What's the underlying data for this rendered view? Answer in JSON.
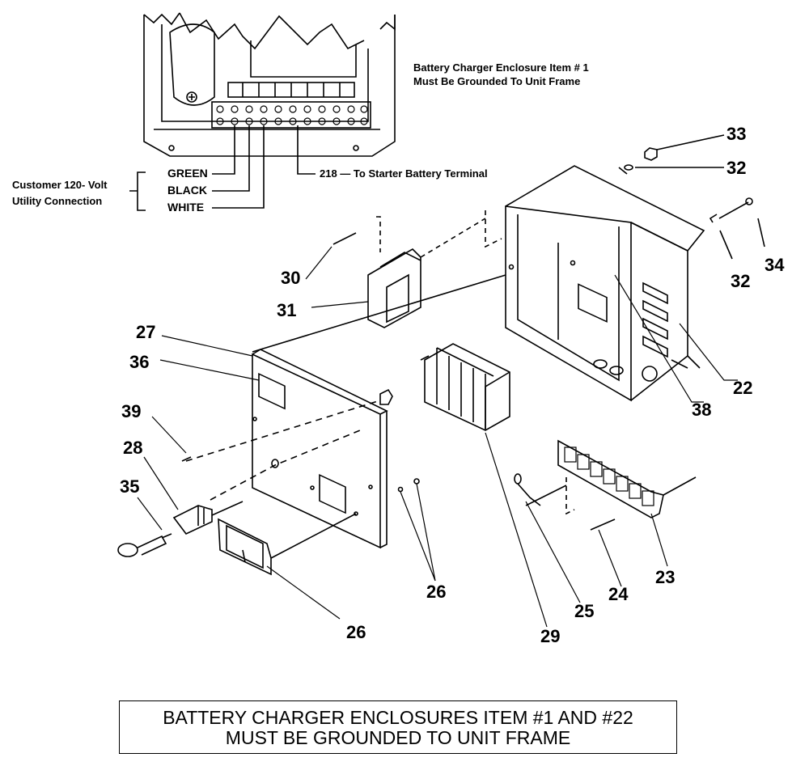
{
  "header_note": {
    "line1": "Battery Charger Enclosure Item # 1",
    "line2": "Must Be Grounded To Unit Frame"
  },
  "customer": {
    "line1": "Customer 120- Volt",
    "line2": "Utility Connection"
  },
  "wires": {
    "green": "GREEN",
    "black": "BLACK",
    "white": "WHITE",
    "starter": "218 — To Starter Battery Terminal"
  },
  "callouts": {
    "c22": "22",
    "c23": "23",
    "c24": "24",
    "c25": "25",
    "c26a": "26",
    "c26b": "26",
    "c27": "27",
    "c28": "28",
    "c29": "29",
    "c30": "30",
    "c31": "31",
    "c32a": "32",
    "c32b": "32",
    "c33": "33",
    "c34": "34",
    "c35": "35",
    "c36": "36",
    "c38": "38",
    "c39": "39"
  },
  "footer": {
    "line1": "BATTERY CHARGER ENCLOSURES ITEM #1 AND #22",
    "line2": "MUST BE GROUNDED TO UNIT FRAME"
  }
}
